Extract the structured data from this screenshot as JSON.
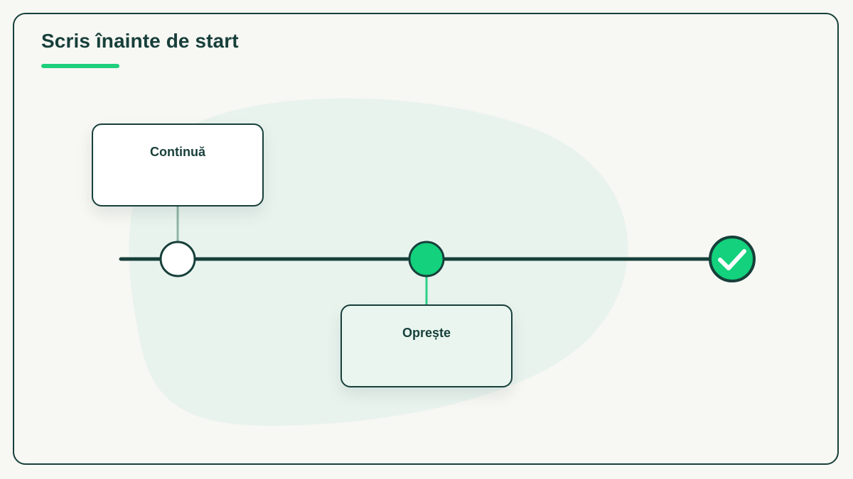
{
  "title": "Scris înainte de start",
  "colors": {
    "ink": "#173f3a",
    "accent": "#1ecf7d",
    "node_active": "#13d17c",
    "blob": "#e9f3ee",
    "card_continue_bg": "#ffffff",
    "card_stop_bg": "#eaf5ef",
    "connector_continue": "#8fb5a6",
    "connector_stop": "#2bd18a"
  },
  "timeline": {
    "nodes": [
      {
        "name": "continue-node",
        "state": "empty"
      },
      {
        "name": "stop-node",
        "state": "active"
      },
      {
        "name": "finish-node",
        "state": "done",
        "icon": "checkmark-icon"
      }
    ]
  },
  "cards": {
    "continue": {
      "label": "Continuă"
    },
    "stop": {
      "label": "Oprește"
    }
  }
}
